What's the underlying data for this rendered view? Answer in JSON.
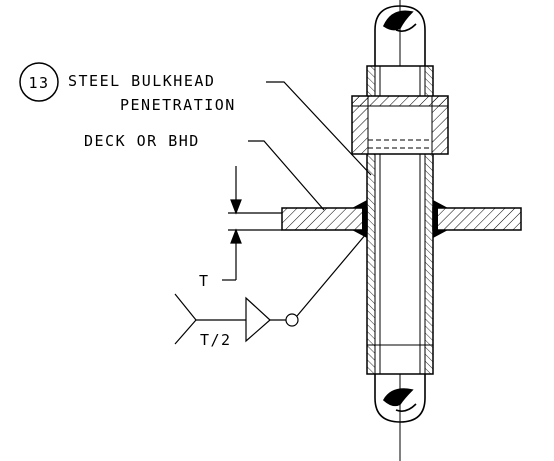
{
  "callout": {
    "number": "13",
    "line1": "STEEL BULKHEAD",
    "line2": "PENETRATION"
  },
  "labels": {
    "deck": "DECK OR BHD",
    "thickness": "T",
    "weld_size": "T/2"
  },
  "colors": {
    "line": "#000000",
    "weld_fill": "#000000",
    "background": "#ffffff"
  }
}
